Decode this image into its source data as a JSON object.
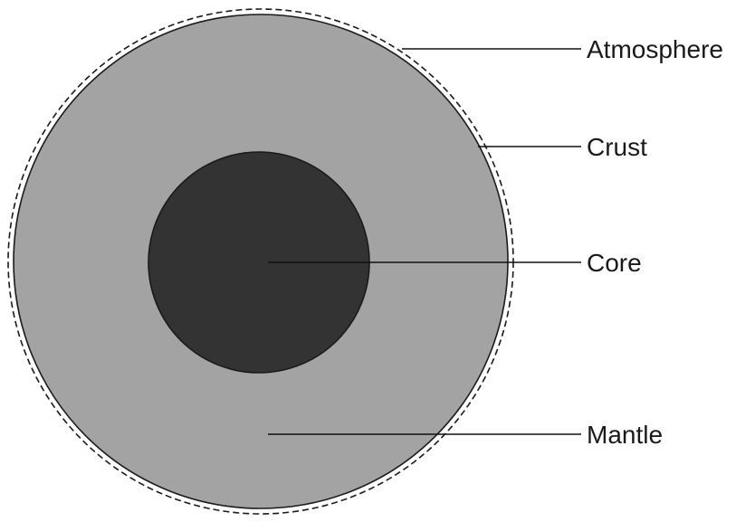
{
  "diagram": {
    "labels": {
      "atmosphere": "Atmosphere",
      "crust": "Crust",
      "core": "Core",
      "mantle": "Mantle"
    },
    "colors": {
      "mantle_fill": "#a3a3a3",
      "core_fill": "#333333",
      "outline": "#1a1a1a",
      "background": "#ffffff"
    }
  }
}
